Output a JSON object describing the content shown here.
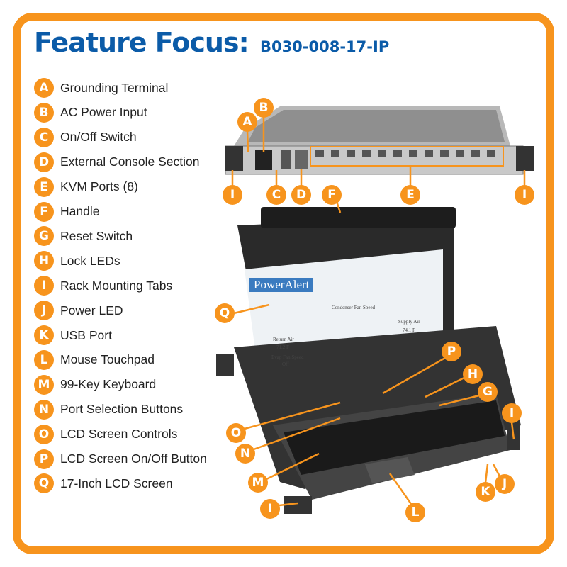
{
  "title": "Feature Focus:",
  "model": "B030-008-17-IP",
  "features": [
    {
      "letter": "A",
      "label": "Grounding Terminal"
    },
    {
      "letter": "B",
      "label": "AC Power Input"
    },
    {
      "letter": "C",
      "label": "On/Off Switch"
    },
    {
      "letter": "D",
      "label": "External Console Section"
    },
    {
      "letter": "E",
      "label": "KVM Ports (8)"
    },
    {
      "letter": "F",
      "label": "Handle"
    },
    {
      "letter": "G",
      "label": "Reset Switch"
    },
    {
      "letter": "H",
      "label": "Lock LEDs"
    },
    {
      "letter": "I",
      "label": "Rack Mounting Tabs"
    },
    {
      "letter": "J",
      "label": "Power LED"
    },
    {
      "letter": "K",
      "label": "USB Port"
    },
    {
      "letter": "L",
      "label": "Mouse Touchpad"
    },
    {
      "letter": "M",
      "label": "99-Key Keyboard"
    },
    {
      "letter": "N",
      "label": "Port Selection Buttons"
    },
    {
      "letter": "O",
      "label": "LCD Screen Controls"
    },
    {
      "letter": "P",
      "label": "LCD Screen On/Off Button"
    },
    {
      "letter": "Q",
      "label": "17-Inch LCD Screen"
    }
  ],
  "callouts": [
    "A",
    "B",
    "C",
    "D",
    "E",
    "F",
    "I",
    "I",
    "Q",
    "P",
    "H",
    "G",
    "I",
    "O",
    "N",
    "M",
    "K",
    "J",
    "I",
    "L"
  ],
  "screen": {
    "app": "PowerAlert",
    "heading": "Condenser Fan Speed",
    "return_air": "Return Air",
    "return_val": "71.2 F",
    "evap": "Evap Fan Speed",
    "evap_val": "Off",
    "supply_air": "Supply Air",
    "supply_val": "74.1 F"
  },
  "colors": {
    "accent": "#f7941d",
    "title": "#0b5ba8"
  }
}
